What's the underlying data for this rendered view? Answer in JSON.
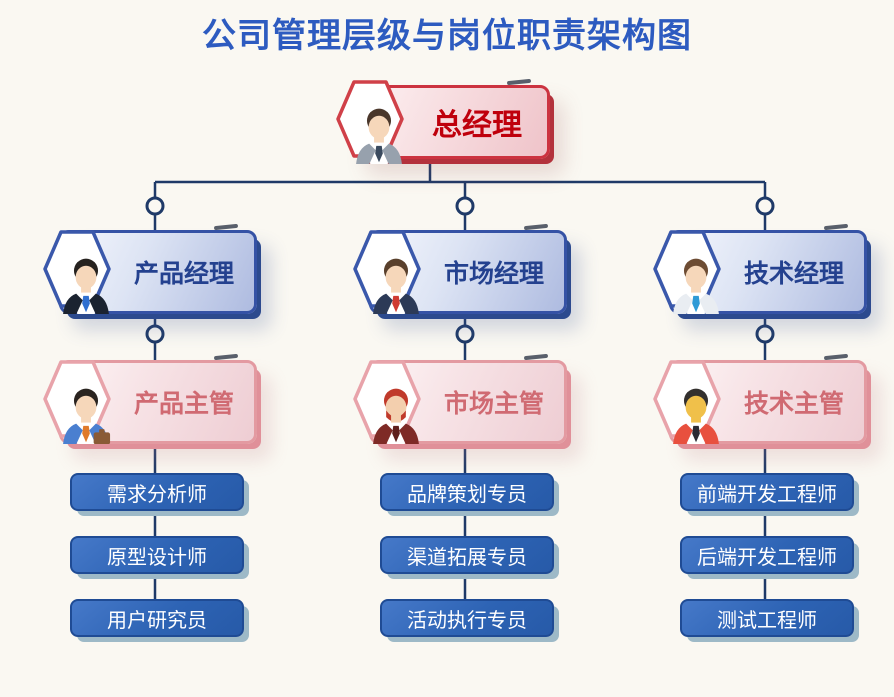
{
  "title": "公司管理层级与岗位职责架构图",
  "org": {
    "root": {
      "label": "总经理",
      "avatar": "male-gray-suit-icon"
    },
    "branches": [
      {
        "manager": {
          "label": "产品经理",
          "avatar": "male-dark-suit-blue-tie-icon"
        },
        "supervisor": {
          "label": "产品主管",
          "avatar": "male-blue-shirt-briefcase-icon"
        },
        "staff": [
          {
            "label": "需求分析师"
          },
          {
            "label": "原型设计师"
          },
          {
            "label": "用户研究员"
          }
        ]
      },
      {
        "manager": {
          "label": "市场经理",
          "avatar": "male-navy-suit-red-tie-icon"
        },
        "supervisor": {
          "label": "市场主管",
          "avatar": "male-red-hair-beard-icon"
        },
        "staff": [
          {
            "label": "品牌策划专员"
          },
          {
            "label": "渠道拓展专员"
          },
          {
            "label": "活动执行专员"
          }
        ]
      },
      {
        "manager": {
          "label": "技术经理",
          "avatar": "male-white-shirt-blue-tie-icon"
        },
        "supervisor": {
          "label": "技术主管",
          "avatar": "male-red-suit-icon"
        },
        "staff": [
          {
            "label": "前端开发工程师"
          },
          {
            "label": "后端开发工程师"
          },
          {
            "label": "测试工程师"
          }
        ]
      }
    ]
  },
  "colors": {
    "background": "#faf8f2",
    "title": "#2d5bc0",
    "level1_accent": "#bf000c",
    "level2_accent": "#24418f",
    "level3_accent": "#d06a72",
    "staff_fill": "#2d63b4",
    "connector": "#1f3a68"
  }
}
